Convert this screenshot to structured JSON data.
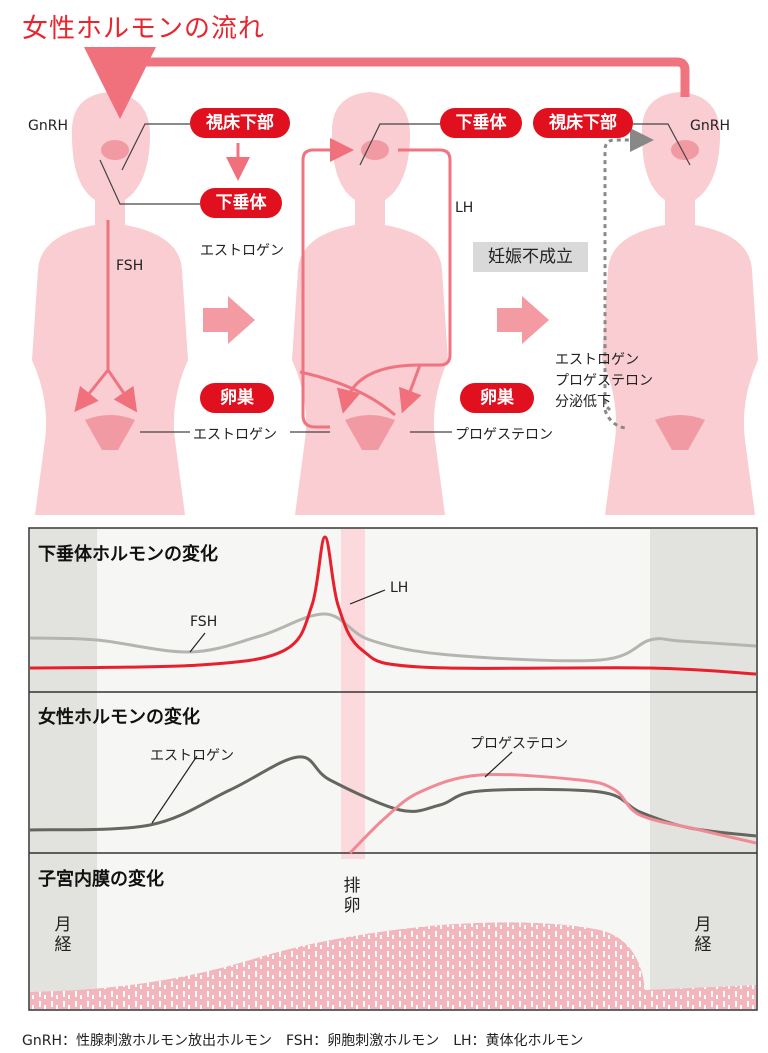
{
  "title": "女性ホルモンの流れ",
  "flow": {
    "hypothalamus_1": "視床下部",
    "pituitary_1": "下垂体",
    "pituitary_2": "下垂体",
    "hypothalamus_2": "視床下部",
    "ovary_1": "卵巣",
    "ovary_2": "卵巣",
    "no_pregnancy": "妊娠不成立",
    "gnrh_left": "GnRH",
    "gnrh_right": "GnRH",
    "fsh": "FSH",
    "lh": "LH",
    "estrogen_feedback": "エストロゲン",
    "estrogen_ovary": "エストロゲン",
    "progesterone_ovary": "プロゲステロン",
    "decline_lines": [
      "エストロゲン",
      "プロゲステロン",
      "分泌低下"
    ]
  },
  "panels": {
    "pituitary": {
      "title": "下垂体ホルモンの変化",
      "series": [
        "FSH",
        "LH"
      ]
    },
    "female": {
      "title": "女性ホルモンの変化",
      "series": [
        "エストロゲン",
        "プロゲステロン"
      ]
    },
    "endometrium": {
      "title": "子宮内膜の変化"
    },
    "ovulation": "排卵",
    "menstruation_left": "月経",
    "menstruation_right": "月経"
  },
  "footnote": "GnRH：性腺刺激ホルモン放出ホルモン　FSH：卵胞刺激ホルモン　LH：黄体化ホルモン",
  "colors": {
    "red": "#e0101e",
    "pink_body": "#f7c9cd",
    "lh": "#e8202e",
    "fsh": "#b5b5b0",
    "estrogen": "#666660",
    "progesterone": "#f08a95"
  }
}
